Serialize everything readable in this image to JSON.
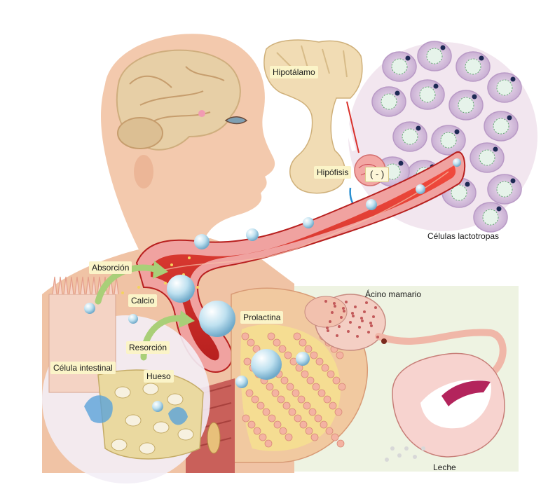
{
  "labels": {
    "hypothalamus": "Hipotálamo",
    "pituitary": "Hipófisis",
    "inhibition": "( - )",
    "lactotrophs": "Células lactotropas",
    "absorption": "Absorción",
    "calcium": "Calcio",
    "prolactin": "Prolactina",
    "resorption": "Resorción",
    "intestinal_cell": "Célula intestinal",
    "bone": "Hueso",
    "mammary_acinus": "Ácino mamario",
    "milk": "Leche"
  },
  "colors": {
    "skin": "#f3c9ad",
    "brain": "#e7cfa6",
    "vessel": "#d9312b",
    "vessel_inner": "#a9171b",
    "breast": "#f1c9a0",
    "lactotroph_bg": "#d9c3de",
    "bone": "#ead9a0",
    "acinus_panel": "#eef3e2"
  }
}
